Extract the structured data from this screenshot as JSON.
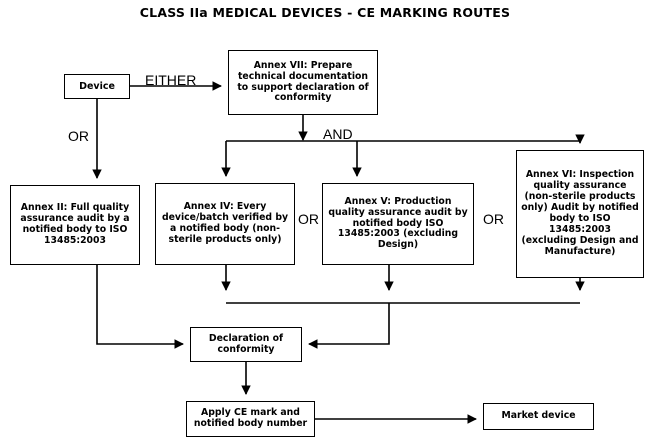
{
  "diagram": {
    "title": "CLASS IIa MEDICAL DEVICES - CE MARKING ROUTES",
    "type": "flowchart",
    "nodes": [
      {
        "id": "device",
        "label": "Device"
      },
      {
        "id": "annex7",
        "label": "Annex VII: Prepare technical documentation to support declaration of conformity"
      },
      {
        "id": "annex2",
        "label": "Annex II: Full quality assurance audit by a notified body to ISO 13485:2003"
      },
      {
        "id": "annex4",
        "label": "Annex IV: Every device/batch verified by a notified body (non-sterile products only)"
      },
      {
        "id": "annex5",
        "label": "Annex V: Production quality assurance audit by notified body ISO 13485:2003 (excluding Design)"
      },
      {
        "id": "annex6",
        "label": "Annex VI: Inspection quality assurance (non-sterile products only) Audit by notified body to ISO 13485:2003 (excluding Design and Manufacture)"
      },
      {
        "id": "declaration",
        "label": "Declaration of conformity"
      },
      {
        "id": "cemark",
        "label": "Apply CE mark and notified body number"
      },
      {
        "id": "market",
        "label": "Market device"
      }
    ],
    "edge_labels": {
      "either": "EITHER",
      "or_left": "OR",
      "and": "AND",
      "or_middle": "OR",
      "or_right": "OR"
    },
    "colors": {
      "stroke": "#000000",
      "fill": "#ffffff",
      "text": "#000000"
    }
  }
}
